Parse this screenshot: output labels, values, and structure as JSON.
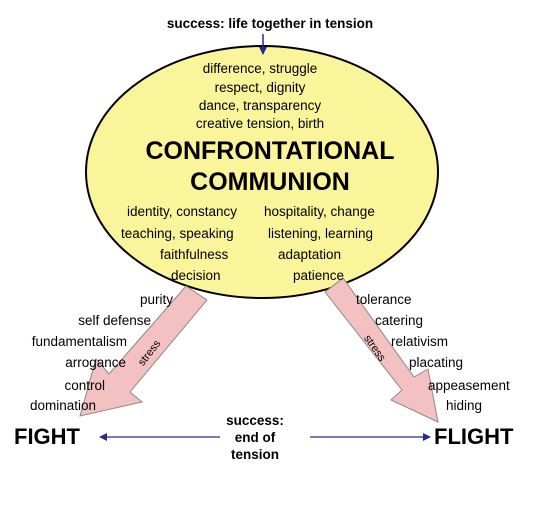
{
  "top_label": "success: life together in tension",
  "ellipse_top_lines": [
    "difference, struggle",
    "respect, dignity",
    "dance, transparency",
    "creative tension, birth"
  ],
  "center_title": [
    "CONFRONTATIONAL",
    "COMMUNION"
  ],
  "ellipse_left_items": [
    "identity, constancy",
    "teaching, speaking",
    "faithfulness",
    "decision"
  ],
  "ellipse_right_items": [
    "hospitality, change",
    "listening, learning",
    "adaptation",
    "patience"
  ],
  "left_arrow_items": [
    "purity",
    "self defense",
    "fundamentalism",
    "arrogance",
    "control",
    "domination"
  ],
  "right_arrow_items": [
    "tolerance",
    "catering",
    "relativism",
    "placating",
    "appeasement",
    "hiding"
  ],
  "stress_label": "stress",
  "fight_label": "FIGHT",
  "flight_label": "FLIGHT",
  "bottom_label": [
    "success:",
    "end of",
    "tension"
  ],
  "colors": {
    "ellipse_fill": "#faf59b",
    "arrow_fill": "#f3c1c1",
    "connector_line": "#2a2a8c"
  }
}
